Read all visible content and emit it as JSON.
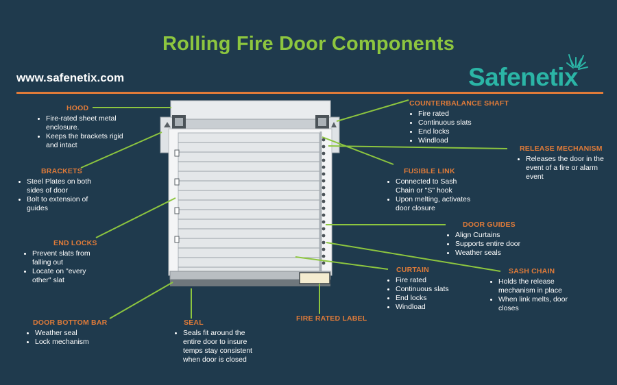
{
  "title": "Rolling Fire Door Components",
  "website": "www.safenetix.com",
  "logo_text": "Safenetix",
  "colors": {
    "background": "#1f3a4d",
    "title": "#8dc63f",
    "accent": "#e07b39",
    "connector": "#8dc63f",
    "logo": "#2bb5a6"
  },
  "callouts": {
    "hood": {
      "title": "HOOD",
      "items": [
        "Fire-rated sheet metal enclosure.",
        "Keeps the brackets rigid and intact"
      ]
    },
    "brackets": {
      "title": "BRACKETS",
      "items": [
        "Steel Plates on both sides of door",
        "Bolt to extension of guides"
      ]
    },
    "end_locks": {
      "title": "END LOCKS",
      "items": [
        "Prevent slats from falling out",
        "Locate on \"every other\" slat"
      ]
    },
    "door_bottom_bar": {
      "title": "DOOR BOTTOM BAR",
      "items": [
        "Weather seal",
        "Lock mechanism"
      ]
    },
    "seal": {
      "title": "SEAL",
      "items": [
        "Seals fit around the entire door to insure temps stay consistent when door is closed"
      ]
    },
    "fire_rated_label": {
      "title": "FIRE RATED LABEL"
    },
    "counterbalance_shaft": {
      "title": "COUNTERBALANCE SHAFT",
      "items": [
        "Fire rated",
        "Continuous slats",
        "End locks",
        "Windload"
      ]
    },
    "release_mechanism": {
      "title": "RELEASE MECHANISM",
      "items": [
        "Releases the door in the event of  a fire or alarm event"
      ]
    },
    "fusible_link": {
      "title": "FUSIBLE LINK",
      "items": [
        "Connected to Sash Chain or \"S\" hook",
        "Upon melting, activates door closure"
      ]
    },
    "door_guides": {
      "title": "DOOR GUIDES",
      "items": [
        "Align Curtains",
        "Supports entire door",
        "Weather seals"
      ]
    },
    "curtain": {
      "title": "CURTAIN",
      "items": [
        "Fire rated",
        "Continuous slats",
        "End locks",
        "Windload"
      ]
    },
    "sash_chain": {
      "title": "SASH CHAIN",
      "items": [
        "Holds the release mechanism in place",
        "When link melts, door closes"
      ]
    }
  }
}
